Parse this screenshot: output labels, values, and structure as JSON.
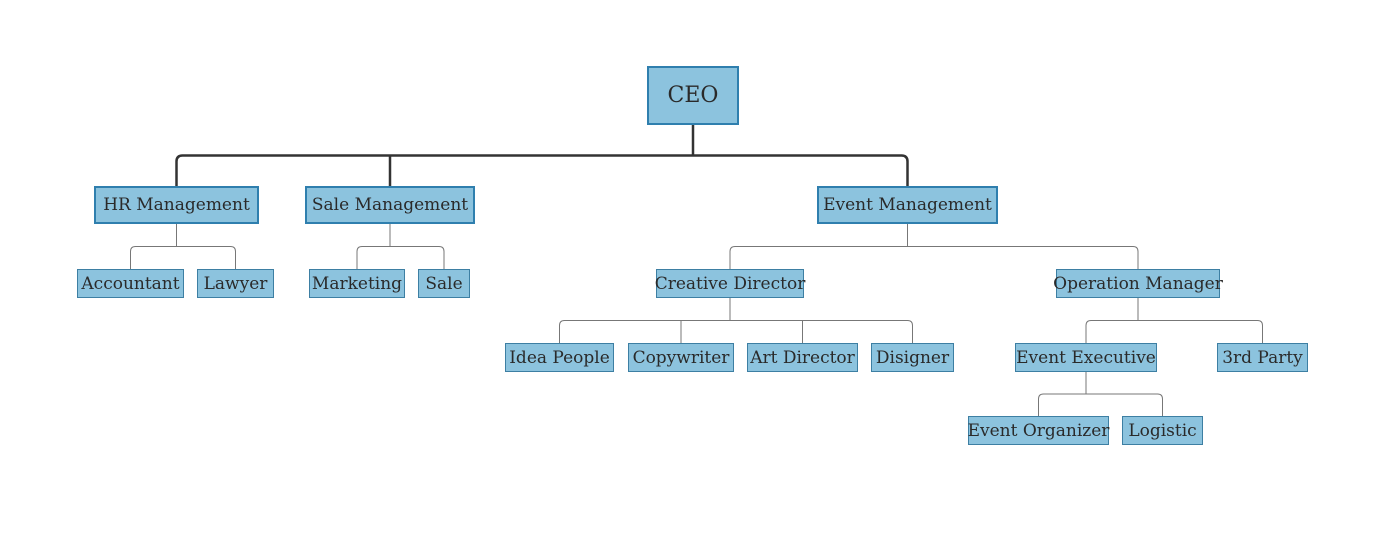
{
  "nodes": [
    {
      "id": "ceo",
      "label": "CEO"
    },
    {
      "id": "hr",
      "label": "HR Management"
    },
    {
      "id": "sale_mgmt",
      "label": "Sale Management"
    },
    {
      "id": "event_mgmt",
      "label": "Event Management"
    },
    {
      "id": "accountant",
      "label": "Accountant"
    },
    {
      "id": "lawyer",
      "label": "Lawyer"
    },
    {
      "id": "marketing",
      "label": "Marketing"
    },
    {
      "id": "sale",
      "label": "Sale"
    },
    {
      "id": "creative_director",
      "label": "Creative Director"
    },
    {
      "id": "operation_manager",
      "label": "Operation Manager"
    },
    {
      "id": "idea_people",
      "label": "Idea People"
    },
    {
      "id": "copywriter",
      "label": "Copywriter"
    },
    {
      "id": "art_director",
      "label": "Art Director"
    },
    {
      "id": "disigner",
      "label": "Disigner"
    },
    {
      "id": "event_executive",
      "label": "Event Executive"
    },
    {
      "id": "third_party",
      "label": "3rd Party"
    },
    {
      "id": "event_organizer",
      "label": "Event Organizer"
    },
    {
      "id": "logistic",
      "label": "Logistic"
    }
  ],
  "edges": [
    {
      "from": "ceo",
      "to": "hr"
    },
    {
      "from": "ceo",
      "to": "sale_mgmt"
    },
    {
      "from": "ceo",
      "to": "event_mgmt"
    },
    {
      "from": "hr",
      "to": "accountant"
    },
    {
      "from": "hr",
      "to": "lawyer"
    },
    {
      "from": "sale_mgmt",
      "to": "marketing"
    },
    {
      "from": "sale_mgmt",
      "to": "sale"
    },
    {
      "from": "event_mgmt",
      "to": "creative_director"
    },
    {
      "from": "event_mgmt",
      "to": "operation_manager"
    },
    {
      "from": "creative_director",
      "to": "idea_people"
    },
    {
      "from": "creative_director",
      "to": "copywriter"
    },
    {
      "from": "creative_director",
      "to": "art_director"
    },
    {
      "from": "creative_director",
      "to": "disigner"
    },
    {
      "from": "operation_manager",
      "to": "event_executive"
    },
    {
      "from": "operation_manager",
      "to": "third_party"
    },
    {
      "from": "event_executive",
      "to": "event_organizer"
    },
    {
      "from": "event_executive",
      "to": "logistic"
    }
  ],
  "colors": {
    "node_fill": "#8cc3de",
    "node_border": "#2f7fae",
    "top_connector": "#333333",
    "sub_connector": "#777777"
  }
}
